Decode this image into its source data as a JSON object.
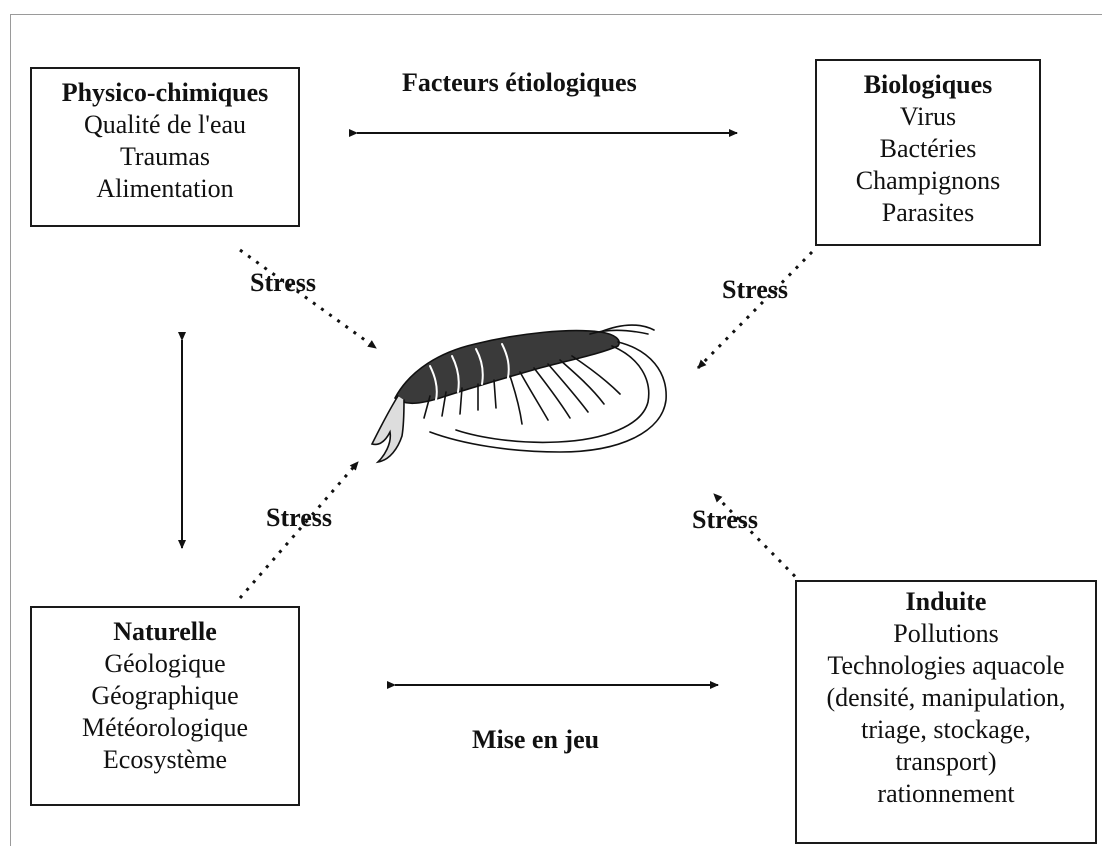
{
  "header_label": "Facteurs étiologiques",
  "footer_label": "Mise en jeu",
  "boxes": {
    "physico": {
      "title": "Physico-chimiques",
      "items": [
        "Qualité de l'eau",
        "Traumas",
        "Alimentation"
      ]
    },
    "biologiques": {
      "title": "Biologiques",
      "items": [
        "Virus",
        "Bactéries",
        "Champignons",
        "Parasites"
      ]
    },
    "naturelle": {
      "title": "Naturelle",
      "items": [
        "Géologique",
        "Géographique",
        "Météorologique",
        "Ecosystème"
      ]
    },
    "induite": {
      "title": "Induite",
      "items": [
        "Pollutions",
        "Technologies aquacole",
        "(densité, manipulation,",
        "triage, stockage,",
        "transport)",
        "rationnement"
      ]
    }
  },
  "stress_labels": [
    "Stress",
    "Stress",
    "Stress",
    "Stress"
  ],
  "center_icon": "shrimp-icon"
}
